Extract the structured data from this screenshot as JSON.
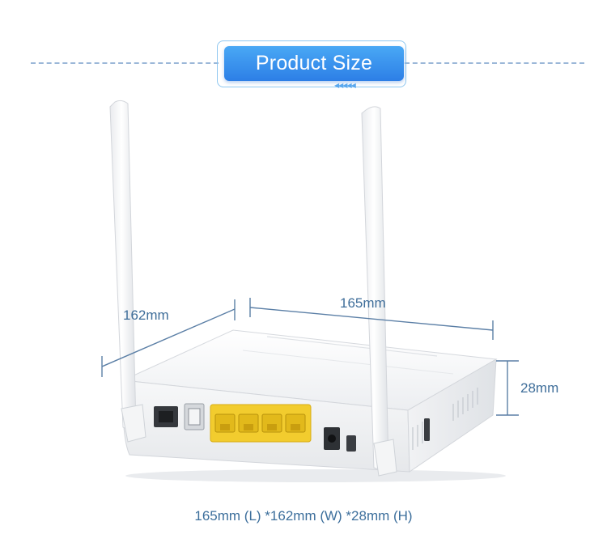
{
  "header": {
    "title": "Product Size"
  },
  "dimensions": {
    "length": "165mm",
    "width": "162mm",
    "height": "28mm"
  },
  "spec_line": "165mm (L) *162mm (W) *28mm (H)",
  "colors": {
    "accent": "#2f86e8",
    "dimension_text": "#3f6e9a",
    "dashed_line": "#9bb7d8",
    "port_yellow": "#f2cc2e"
  }
}
